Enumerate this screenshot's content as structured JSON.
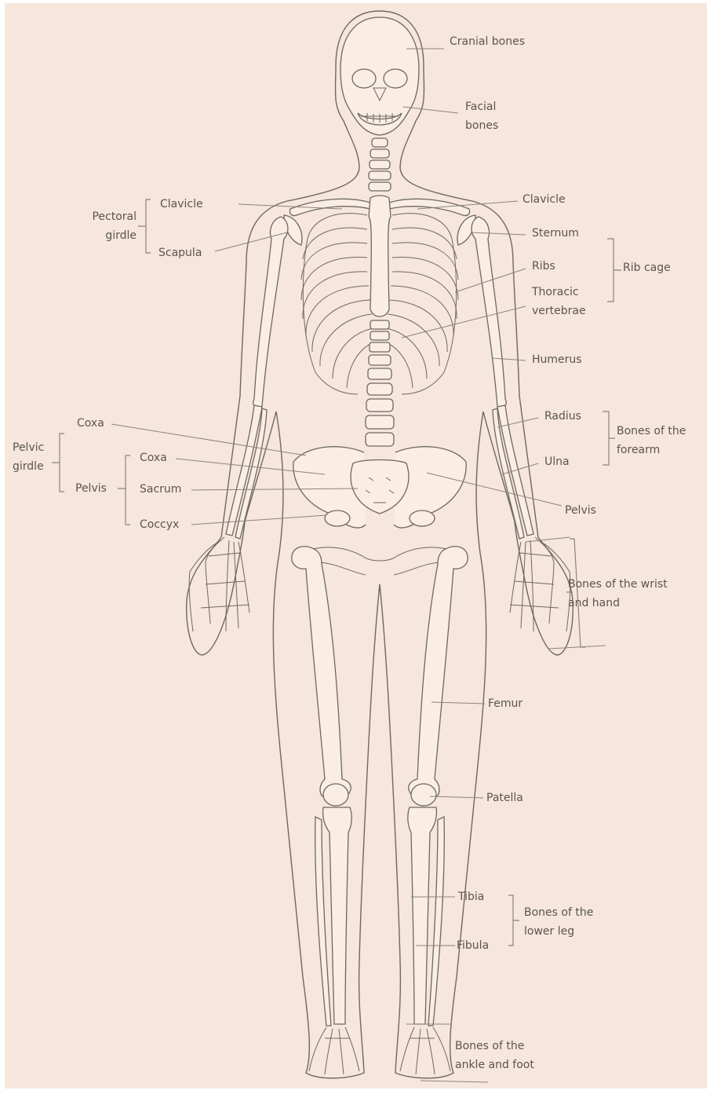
{
  "labels": {
    "cranial_bones": "Cranial bones",
    "facial_bones": "Facial bones",
    "clavicle_left": "Clavicle",
    "clavicle_right": "Clavicle",
    "pectoral_girdle": "Pectoral girdle",
    "scapula": "Scapula",
    "sternum": "Sternum",
    "ribs": "Ribs",
    "thoracic_vertebrae": "Thoracic vertebrae",
    "rib_cage": "Rib cage",
    "humerus": "Humerus",
    "radius": "Radius",
    "ulna": "Ulna",
    "bones_of_forearm": "Bones of the forearm",
    "coxa_outer": "Coxa",
    "pelvic_girdle": "Pelvic girdle",
    "pelvis_left": "Pelvis",
    "coxa_inner": "Coxa",
    "sacrum": "Sacrum",
    "coccyx": "Coccyx",
    "pelvis_right": "Pelvis",
    "bones_of_wrist_hand": "Bones of the wrist and hand",
    "femur": "Femur",
    "patella": "Patella",
    "tibia": "Tibia",
    "fibula": "Fibula",
    "bones_of_lower_leg": "Bones of the lower leg",
    "bones_of_ankle_foot": "Bones of the ankle and foot"
  },
  "colors": {
    "background": "#f6e6dc",
    "outline": "#6e6862",
    "text": "#5a5550"
  }
}
